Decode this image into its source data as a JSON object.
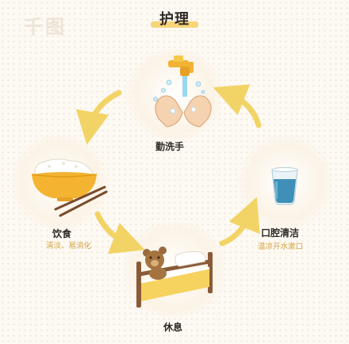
{
  "title": "护理",
  "watermark": "千图",
  "steps": [
    {
      "label": "勤洗手",
      "sub": ""
    },
    {
      "label": "口腔清洁",
      "sub": "温凉开水漱口"
    },
    {
      "label": "休息",
      "sub": ""
    },
    {
      "label": "饮食",
      "sub": "清淡、易消化"
    }
  ],
  "colors": {
    "accent": "#f6cf63",
    "arrow": "#f2d466",
    "sub_text": "#d2a441",
    "water": "#3f8fb8",
    "bed": "#8a5a38"
  },
  "icons": [
    "faucet-hands-icon",
    "water-glass-icon",
    "bear-bed-icon",
    "rice-bowl-icon"
  ]
}
